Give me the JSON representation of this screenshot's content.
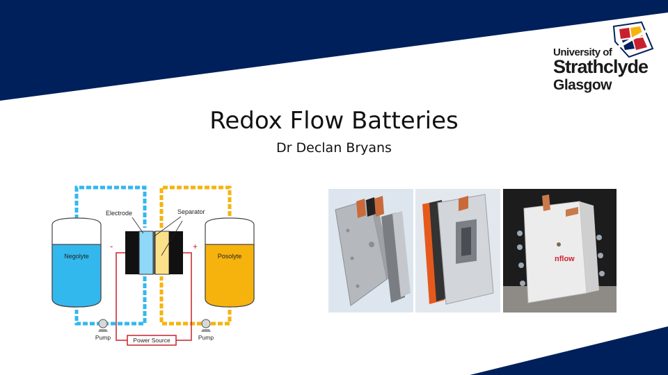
{
  "slide": {
    "title": "Redox Flow Batteries",
    "subtitle": "Dr Declan Bryans"
  },
  "logo": {
    "line1": "University of",
    "line2": "Strathclyde",
    "line3": "Glasgow"
  },
  "diagram": {
    "electrode_label": "Electrode",
    "separator_label": "Separator",
    "negolyte_label": "Negolyte",
    "posolyte_label": "Posolyte",
    "minus_sign": "-",
    "plus_sign": "+",
    "pump_left_label": "Pump",
    "pump_right_label": "Pump",
    "power_source_label": "Power Source"
  },
  "photos": {
    "photo3_brand_text": "nflow"
  },
  "colors": {
    "banner_navy": "#00205b",
    "negolyte_blue": "#33b8ee",
    "posolyte_yellow": "#f6b30d",
    "power_red": "#c9202f"
  }
}
